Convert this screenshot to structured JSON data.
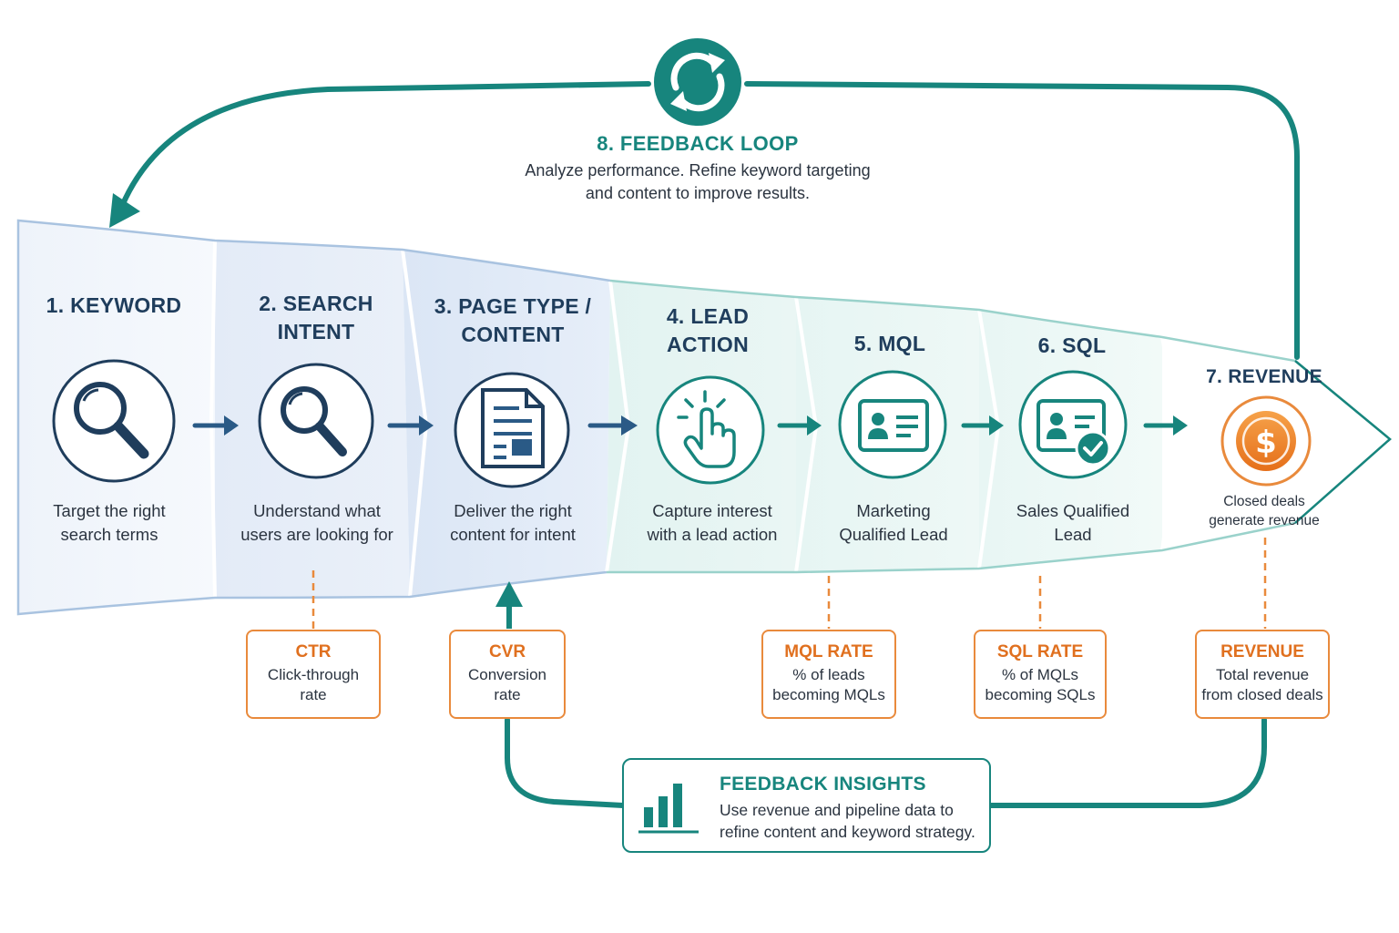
{
  "feedback_loop": {
    "title": "8. FEEDBACK LOOP",
    "desc_line1": "Analyze performance. Refine keyword targeting",
    "desc_line2": "and content to improve results.",
    "icon": "refresh-cycle-icon"
  },
  "stages": [
    {
      "title_line1": "1. KEYWORD",
      "title_line2": "",
      "desc_line1": "Target the right",
      "desc_line2": "search terms",
      "icon": "magnifier-icon"
    },
    {
      "title_line1": "2. SEARCH",
      "title_line2": "INTENT",
      "desc_line1": "Understand what",
      "desc_line2": "users are looking for",
      "icon": "magnifier-icon"
    },
    {
      "title_line1": "3. PAGE TYPE /",
      "title_line2": "CONTENT",
      "desc_line1": "Deliver the right",
      "desc_line2": "content for intent",
      "icon": "document-icon"
    },
    {
      "title_line1": "4. LEAD",
      "title_line2": "ACTION",
      "desc_line1": "Capture interest",
      "desc_line2": "with a lead action",
      "icon": "pointer-click-icon"
    },
    {
      "title_line1": "5. MQL",
      "title_line2": "",
      "desc_line1": "Marketing",
      "desc_line2": "Qualified Lead",
      "icon": "id-card-icon"
    },
    {
      "title_line1": "6. SQL",
      "title_line2": "",
      "desc_line1": "Sales Qualified",
      "desc_line2": "Lead",
      "icon": "id-card-check-icon"
    },
    {
      "title_line1": "7. REVENUE",
      "title_line2": "",
      "desc_line1": "Closed deals",
      "desc_line2": "generate revenue",
      "icon": "dollar-coin-icon"
    }
  ],
  "metrics": [
    {
      "title": "CTR",
      "desc_line1": "Click-through",
      "desc_line2": "rate"
    },
    {
      "title": "CVR",
      "desc_line1": "Conversion",
      "desc_line2": "rate"
    },
    {
      "title": "MQL RATE",
      "desc_line1": "% of leads",
      "desc_line2": "becoming MQLs"
    },
    {
      "title": "SQL RATE",
      "desc_line1": "% of MQLs",
      "desc_line2": "becoming SQLs"
    },
    {
      "title": "REVENUE",
      "desc_line1": "Total revenue",
      "desc_line2": "from closed deals"
    }
  ],
  "feedback_insights": {
    "title": "FEEDBACK INSIGHTS",
    "desc_line1": "Use revenue and pipeline data to",
    "desc_line2": "refine content and keyword strategy.",
    "icon": "bar-chart-icon"
  },
  "colors": {
    "navy": "#1f3d5c",
    "teal": "#17857d",
    "orange": "#e98a3c",
    "orange_text": "#e0701f",
    "arrow_blue": "#2a5a86"
  }
}
